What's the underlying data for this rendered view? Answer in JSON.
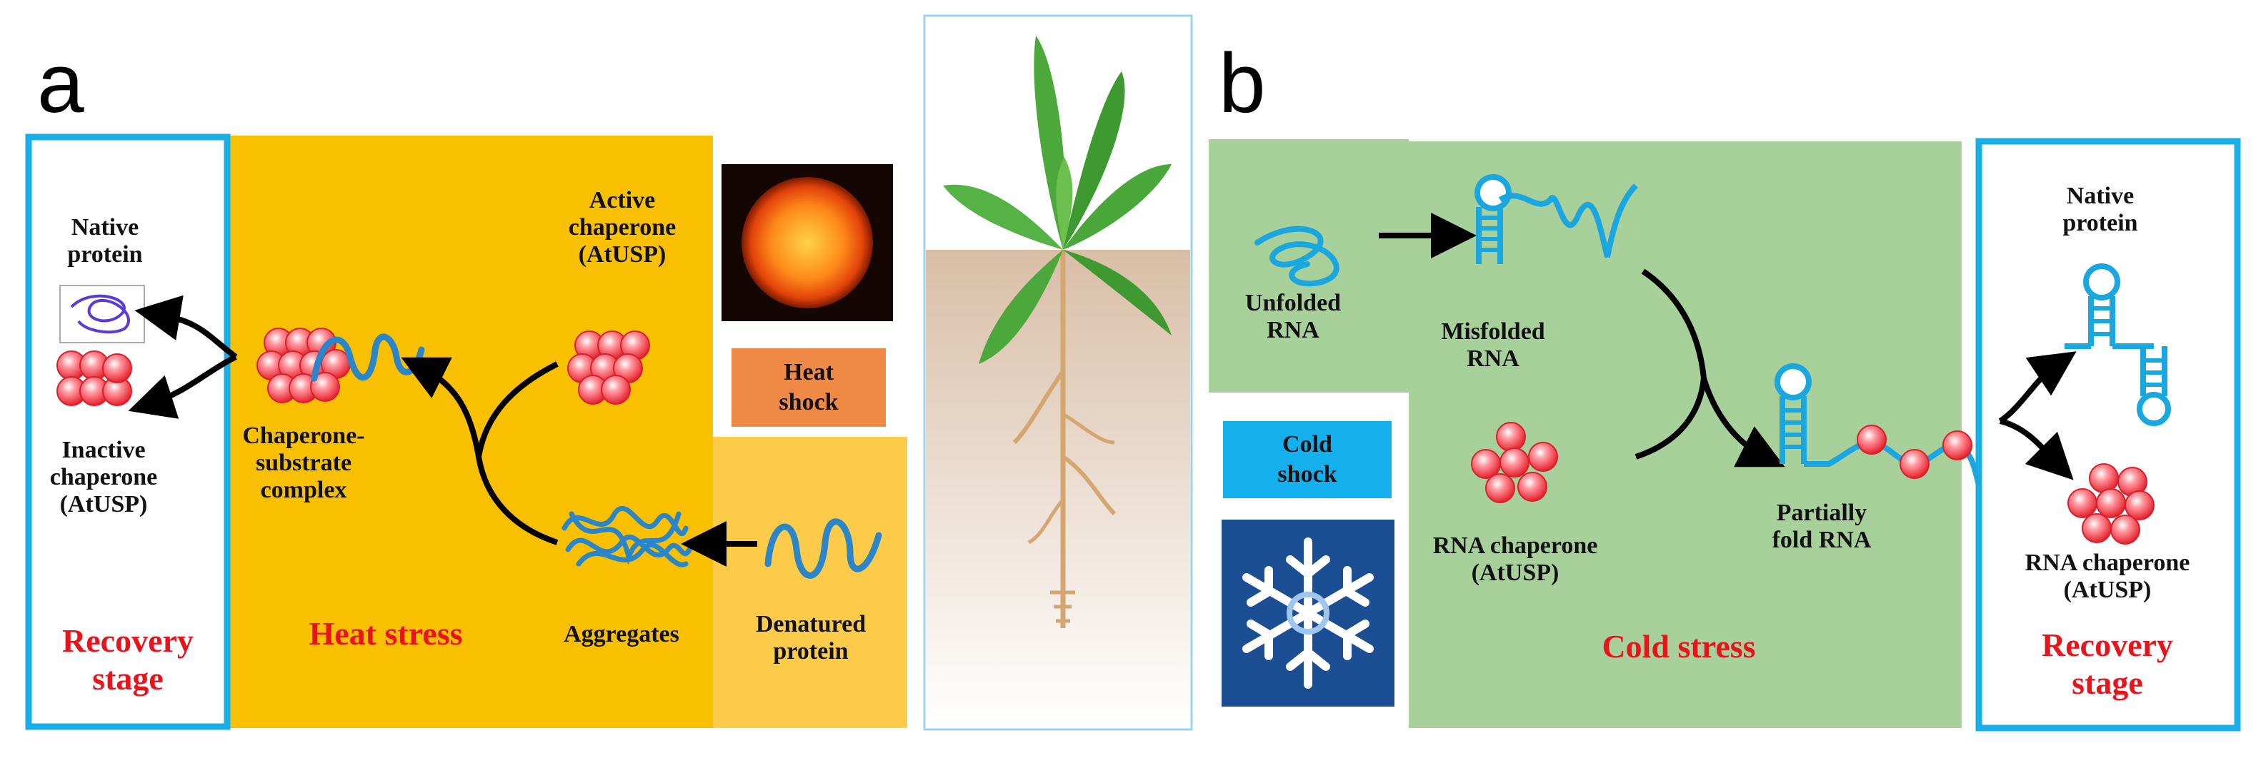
{
  "colors": {
    "heat_panel": "#f9c000",
    "heat_panel_light": "#fccb4a",
    "cold_panel": "#a8d09a",
    "recovery_border": "#1aaee8",
    "stress_text": "#e8141c",
    "heat_badge": "#ee8a45",
    "cold_badge": "#14b0ee",
    "rna_blue": "#1aa7e0",
    "protein_blue": "#2a86c8"
  },
  "panel_a": {
    "letter": "a",
    "recovery_label": "Recovery\nstage",
    "native_protein": "Native\nprotein",
    "inactive_chaperone": "Inactive\nchaperone\n(AtUSP)",
    "complex": "Chaperone-\nsubstrate\ncomplex",
    "active_chaperone": "Active\nchaperone\n(AtUSP)",
    "heat_shock": "Heat\nshock",
    "heat_stress": "Heat stress",
    "aggregates": "Aggregates",
    "denatured": "Denatured\nprotein"
  },
  "panel_b": {
    "letter": "b",
    "unfolded": "Unfolded\nRNA",
    "misfolded": "Misfolded\nRNA",
    "cold_shock": "Cold\nshock",
    "rna_chaperone": "RNA chaperone\n(AtUSP)",
    "partially_fold": "Partially\nfold RNA",
    "cold_stress": "Cold stress",
    "native_protein": "Native\nprotein",
    "rna_chaperone_right": "RNA chaperone\n(AtUSP)",
    "recovery_label": "Recovery\nstage"
  },
  "icons": [
    "sun-icon",
    "snowflake-icon",
    "plant-illustration"
  ]
}
